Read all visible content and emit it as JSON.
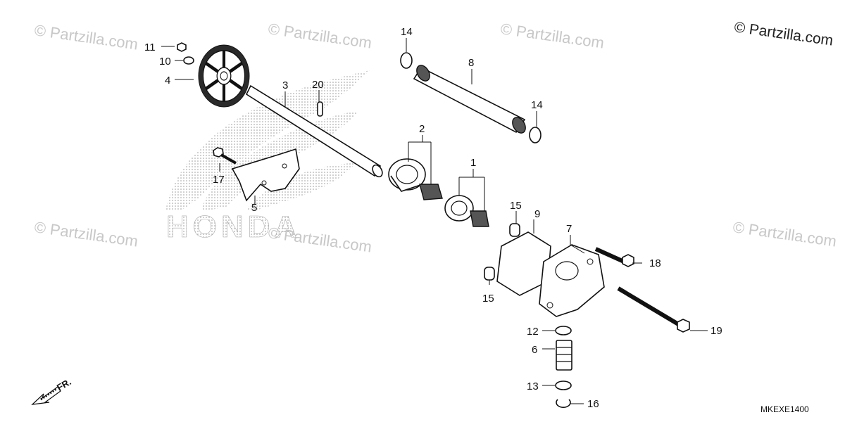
{
  "watermarks": {
    "main": "© Partzilla.com",
    "faint": "© Partzilla.com",
    "brand": "HONDA"
  },
  "diagram_code": "MKEXE1400",
  "front_marker": "FR.",
  "callouts": [
    "1",
    "2",
    "3",
    "4",
    "5",
    "6",
    "7",
    "8",
    "9",
    "10",
    "11",
    "12",
    "13",
    "14",
    "14",
    "15",
    "15",
    "16",
    "17",
    "18",
    "19",
    "20"
  ],
  "colors": {
    "ink": "#111111",
    "watermark": "#c8c8c8",
    "background": "#ffffff"
  }
}
